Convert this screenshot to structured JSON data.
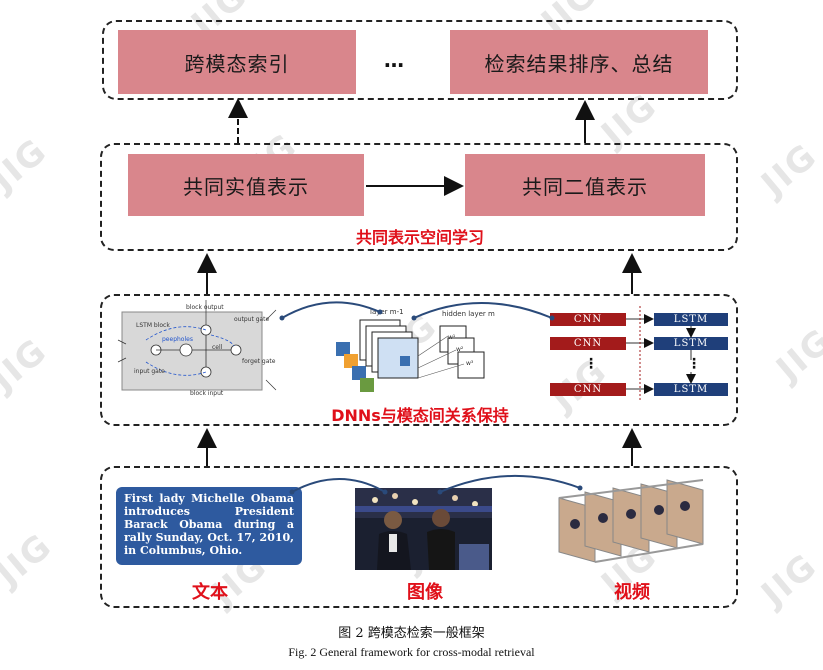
{
  "top_row": {
    "box_left": "跨模态索引",
    "ellipsis": "…",
    "box_right": "检索结果排序、总结"
  },
  "shared_space": {
    "box_left": "共同实值表示",
    "box_right": "共同二值表示",
    "label": "共同表示空间学习"
  },
  "dnn_layer": {
    "label": "DNNs与模态间关系保持",
    "lstm_panel": {
      "title": "LSTM block",
      "block_output": "block output",
      "output_gate": "output gate",
      "forget_gate": "forget gate",
      "input_gate": "input gate",
      "cell": "cell",
      "peepholes": "peepholes",
      "block_input": "block input"
    },
    "cnn_panel": {
      "layer_label": "layer m-1",
      "hidden_label": "hidden layer m",
      "w1": "w¹",
      "w2": "w²",
      "w3": "w³"
    },
    "cnn_lstm_panel": {
      "cnn_labels": [
        "CNN",
        "CNN",
        "CNN"
      ],
      "lstm_labels": [
        "LSTM",
        "LSTM",
        "LSTM"
      ],
      "dots": "⋮"
    }
  },
  "input_layer": {
    "text_sample": "First lady Michelle Obama introduces President Barack Obama during a rally Sunday, Oct. 17, 2010, in Columbus, Ohio.",
    "label_text": "文本",
    "label_image": "图像",
    "label_video": "视频"
  },
  "watermark": "JIG",
  "caption": {
    "cn": "图 2  跨模态检索一般框架",
    "en": "Fig. 2 General framework for cross-modal retrieval"
  },
  "colors": {
    "pink_box": "#d9868c",
    "red_label": "#e0101a",
    "text_card": "#2e5a9f",
    "lstm_box": "#1f3f7a",
    "cnn_box": "#a31b1b",
    "connector": "#2a4a7a"
  }
}
